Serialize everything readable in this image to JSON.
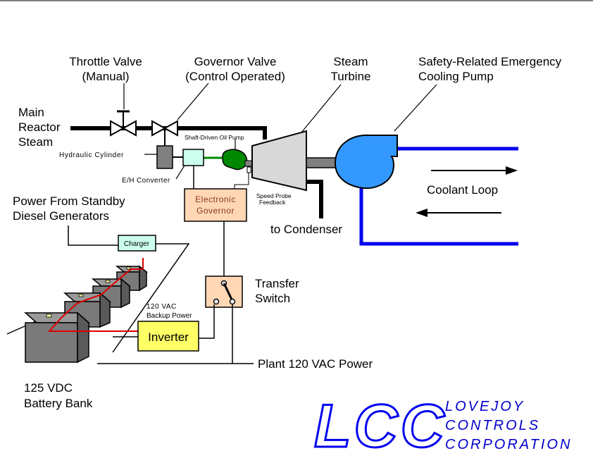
{
  "labels": {
    "throttle_valve_1": "Throttle Valve",
    "throttle_valve_2": "(Manual)",
    "governor_valve_1": "Governor Valve",
    "governor_valve_2": "(Control Operated)",
    "steam_turbine_1": "Steam",
    "steam_turbine_2": "Turbine",
    "pump_1": "Safety-Related Emergency",
    "pump_2": "Cooling Pump",
    "main_steam_1": "Main",
    "main_steam_2": "Reactor",
    "main_steam_3": "Steam",
    "hydraulic_cylinder": "Hydraulic Cylinder",
    "oil_pump": "Shaft-Driven Oil Pump",
    "eh_converter": "E/H Converter",
    "governor_box_1": "Electronic",
    "governor_box_2": "Governor",
    "speed_probe_1": "Speed Probe",
    "speed_probe_2": "Feedback",
    "coolant_loop": "Coolant Loop",
    "to_condenser": "to Condenser",
    "standby_power_1": "Power From Standby",
    "standby_power_2": "Diesel Generators",
    "charger": "Charger",
    "backup_power_1": "120 VAC",
    "backup_power_2": "Backup Power",
    "inverter": "Inverter",
    "transfer_switch_1": "Transfer",
    "transfer_switch_2": "Switch",
    "plant_power": "Plant 120 VAC Power",
    "battery_1": "125 VDC",
    "battery_2": "Battery Bank"
  },
  "logo": {
    "mark": "LCC",
    "line1": "LOVEJOY",
    "line2": "CONTROLS",
    "line3": "CORPORATION"
  },
  "colors": {
    "coolant_pipe": "#0000ee",
    "pump_body": "#3399ff",
    "turbine_body": "#d8d8d8",
    "oil_pump": "#008800",
    "governor_box": "#ffd7b5",
    "eh_converter": "#ccffee",
    "charger": "#ccffee",
    "inverter": "#ffff66",
    "switch_box": "#ffd7b5",
    "battery_wire": "#dd0000"
  }
}
